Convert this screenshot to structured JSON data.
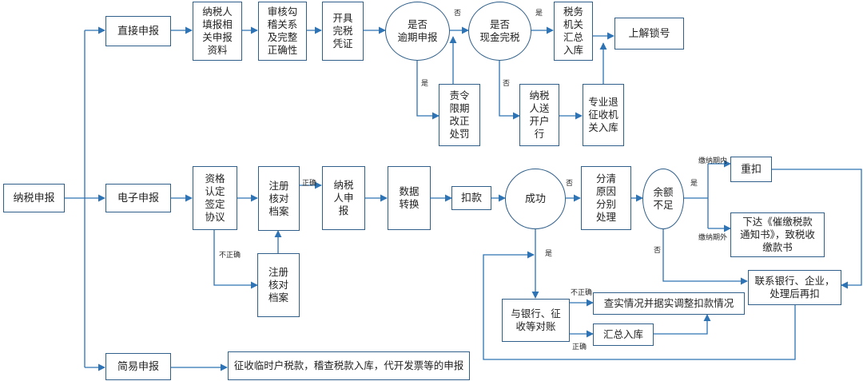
{
  "nodes": {
    "tax_filing": "纳税申报",
    "direct_filing": "直接申报",
    "taxpayer_fill": "纳税人\n填报相\n关申报\n资料",
    "review_check": "审核勾\n稽关系\n及完整\n正确性",
    "issue_voucher": "开具\n完税\n凭证",
    "overdue_q": "是否\n逾期申报",
    "order_correct": "责令\n限期\n改正\n处罚",
    "cash_q": "是否\n现金完税",
    "tax_collect": "税务\n机关\n汇总\n入库",
    "lock_up": "上解锁号",
    "taxpayer_bank": "纳税\n人送\n开户\n行",
    "special_collect": "专业退\n征收机\n关入库",
    "e_filing": "电子申报",
    "qualification": "资格\n认定\n签定\n协议",
    "register_check_1": "注册\n核对\n档案",
    "register_check_2": "注册\n核对\n档案",
    "taxpayer_report": "纳税\n人申\n报",
    "data_convert": "数据\n转换",
    "deduct": "扣款",
    "success_q": "成功",
    "analyze_cause": "分清\n原因\n分别\n处理",
    "balance_q": "余额\n不足",
    "re_deduct": "重扣",
    "issue_notice": "下达《催缴税款\n通知书》，致税收\n缴款书",
    "contact_bank": "联系银行、企业，\n处理后再扣",
    "reconcile": "与银行、征\n收等对账",
    "verify_adjust": "查实情况并据实调整扣款情况",
    "summary_store": "汇总入库",
    "simple_filing": "简易申报",
    "simple_desc": "征收临时户税款，稽查税款入库，代开发票等的申报"
  },
  "labels": {
    "no_overdue": "否",
    "yes_overdue": "是",
    "yes_cash": "是",
    "no_cash": "否",
    "correct_1": "正确",
    "incorrect_1": "不正确",
    "no_success": "否",
    "yes_success": "是",
    "yes_balance": "是",
    "no_balance": "否",
    "within_period": "缴纳期内",
    "beyond_period": "缴纳期外",
    "incorrect_2": "不正确",
    "correct_2": "正确"
  },
  "colors": {
    "line": "#2e74b5",
    "border": "#2f5f8a",
    "text": "#222222"
  }
}
